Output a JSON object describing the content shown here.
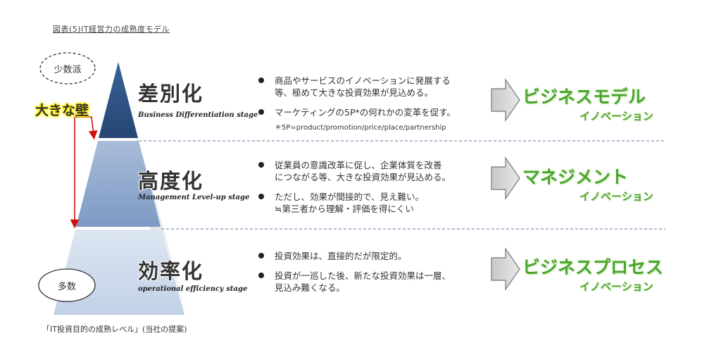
{
  "title": "図表(5)IT経営力の成熟度モデル",
  "footer": "「IT投資目的の成熟レベル」(当社の提案)",
  "labels": {
    "few": "少数派",
    "many": "多数",
    "wall": "大きな壁"
  },
  "stages": [
    {
      "name": "差別化",
      "english": "Business Differentiation stage",
      "bullets": [
        [
          "商品やサービスのイノベーションに発展する",
          "等、極めて大きな投資効果が見込める。"
        ],
        [
          "マーケティングの5P*の何れかの変革を促す。"
        ]
      ],
      "note": "＊5P=product/promotion/price/place/partnership",
      "result_title": "ビジネスモデル",
      "result_sub": "イノベーション"
    },
    {
      "name": "高度化",
      "english": "Management Level-up stage",
      "bullets": [
        [
          "従業員の意識改革に促し、企業体質を改善",
          "につながる等、大きな投資効果が見込める。"
        ],
        [
          "ただし、効果が間接的で、見え難い。",
          "≒第三者から理解・評価を得にくい"
        ]
      ],
      "note": "",
      "result_title": "マネジメント",
      "result_sub": "イノベーション"
    },
    {
      "name": "効率化",
      "english": "operational efficiency stage",
      "bullets": [
        [
          "投資効果は、直接的だが限定的。"
        ],
        [
          "投資が一巡した後、新たな投資効果は一層、",
          "見込み難くなる。"
        ]
      ],
      "note": "",
      "result_title": "ビジネスプロセス",
      "result_sub": "イノベーション"
    }
  ],
  "colors": {
    "top": "#2d4f80",
    "middle": "#8ea7cd",
    "bottom": "#cfdbec",
    "accent_green": "#4aa52e",
    "arrow_red": "#d01010",
    "divider": "#7a93b8"
  }
}
